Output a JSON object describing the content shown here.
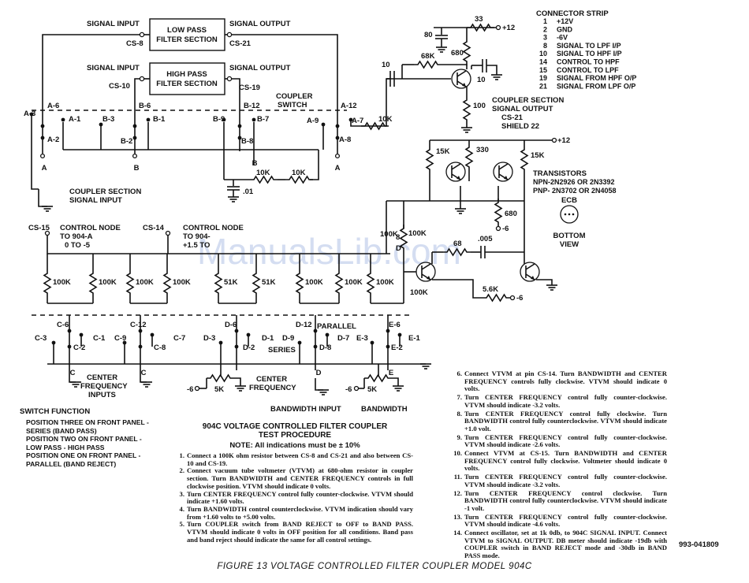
{
  "diagram": {
    "watermark": "ManualsLib.com",
    "filters": {
      "lpf": {
        "line1": "LOW PASS",
        "line2": "FILTER SECTION",
        "in_label": "SIGNAL INPUT",
        "out_label": "SIGNAL OUTPUT",
        "in_pin": "CS-8",
        "out_pin": "CS-21"
      },
      "hpf": {
        "line1": "HIGH PASS",
        "line2": "FILTER SECTION",
        "in_label": "SIGNAL INPUT",
        "out_label": "SIGNAL OUTPUT",
        "in_pin": "CS-10",
        "out_pin": "CS-19"
      }
    },
    "coupler": {
      "switch_label_1": "COUPLER",
      "switch_label_2": "SWITCH",
      "contacts": [
        "A-3",
        "A-6",
        "A-1",
        "A-2",
        "B-6",
        "B-3",
        "B-2",
        "B-1",
        "B-12",
        "B-9",
        "B-7",
        "B-8",
        "A-12",
        "A-9",
        "A-7",
        "A-8"
      ],
      "pole_a": "A",
      "pole_b": "B",
      "input_1": "COUPLER SECTION",
      "input_2": "SIGNAL INPUT",
      "output_1": "COUPLER SECTION",
      "output_2": "SIGNAL OUTPUT",
      "output_pin": "CS-21",
      "shield": "SHIELD 22",
      "parts": [
        "10",
        "68K",
        "680",
        "80",
        "33",
        "+12",
        "10",
        "100",
        "10K",
        "10K",
        "10K",
        ".01"
      ]
    },
    "connector": {
      "title": "CONNECTOR STRIP",
      "pins": [
        {
          "num": "1",
          "label": "+12V"
        },
        {
          "num": "2",
          "label": "GND"
        },
        {
          "num": "3",
          "label": "-6V"
        },
        {
          "num": "8",
          "label": "SIGNAL TO LPF I/P"
        },
        {
          "num": "10",
          "label": "SIGNAL TO HPF I/P"
        },
        {
          "num": "14",
          "label": "CONTROL TO HPF"
        },
        {
          "num": "15",
          "label": "CONTROL TO LPF"
        },
        {
          "num": "19",
          "label": "SIGNAL FROM HPF O/P"
        },
        {
          "num": "21",
          "label": "SIGNAL FROM LPF O/P"
        }
      ]
    },
    "transistors": {
      "title": "TRANSISTORS",
      "npn": "NPN-2N2926 OR 2N3392",
      "pnp": "PNP- 2N3702 OR 2N4058",
      "pinout": "ECB",
      "view_1": "BOTTOM",
      "view_2": "VIEW",
      "parts": [
        "15K",
        "330",
        "15K",
        "+12",
        "680",
        "-6",
        "100K",
        "8",
        "D",
        "100K",
        "68",
        ".005",
        "100K",
        "5.6K",
        "-6"
      ]
    },
    "control": {
      "cs15": "CS-15",
      "cs14": "CS-14",
      "node_a_1": "CONTROL NODE",
      "node_a_2": "TO 904-A",
      "node_a_3": "0 TO -5",
      "node_b_1": "CONTROL NODE",
      "node_b_2": "TO 904-",
      "node_b_3": "+1.5 TO",
      "resistors": [
        "100K",
        "100K",
        "100K",
        "100K",
        "51K",
        "51K",
        "100K",
        "100K",
        "100K"
      ],
      "contacts": [
        "C-6",
        "C-3",
        "C-2",
        "C-1",
        "C-12",
        "C-9",
        "C-8",
        "C-7",
        "D-6",
        "D-3",
        "D-2",
        "D-1",
        "D-12",
        "D-9",
        "D-8",
        "D-7",
        "E-6",
        "E-3",
        "E-2",
        "E-1"
      ],
      "poles": [
        "C",
        "C",
        "D",
        "E"
      ],
      "parallel": "PARALLEL",
      "series": "SERIES",
      "cf_inputs_1": "CENTER",
      "cf_inputs_2": "FREQUENCY",
      "cf_inputs_3": "INPUTS",
      "cf_1": "CENTER",
      "cf_2": "FREQUENCY",
      "bw_input": "BANDWIDTH INPUT",
      "bw": "BANDWIDTH",
      "pots": [
        "-6",
        "5K",
        "-6",
        "5K"
      ]
    }
  },
  "switch_function": {
    "title": "SWITCH FUNCTION",
    "items": [
      "POSITION THREE ON FRONT PANEL -",
      "SERIES (BAND PASS)",
      "POSITION TWO ON FRONT PANEL -",
      "LOW PASS - HIGH PASS",
      "POSITION ONE ON FRONT PANEL -",
      "PARALLEL (BAND REJECT)"
    ]
  },
  "procedure": {
    "title_1": "904C VOLTAGE CONTROLLED FILTER COUPLER",
    "title_2": "TEST PROCEDURE",
    "note_label": "NOTE:",
    "note_text": "All indications must be ± 10%",
    "steps_left": [
      {
        "num": "1.",
        "text": "Connect a 100K ohm resistor between CS-8 and CS-21 and also between CS-10 and CS-19."
      },
      {
        "num": "2.",
        "text": "Connect vacuum tube voltmeter (VTVM) at 680-ohm resistor in coupler section. Turn BANDWIDTH and CENTER FREQUENCY controls in full clockwise position. VTVM should indicate 0 volts."
      },
      {
        "num": "3.",
        "text": "Turn CENTER FREQUENCY control fully counter-clockwise. VTVM should indicate +1.60 volts."
      },
      {
        "num": "4.",
        "text": "Turn BANDWIDTH control counterclockwise. VTVM indication should vary from +1.60 volts to +5.00 volts."
      },
      {
        "num": "5.",
        "text": "Turn COUPLER switch from BAND REJECT to OFF to BAND PASS. VTVM should indicate 0 volts in OFF position for all conditions. Band pass and band reject should indicate the same for all control settings."
      }
    ],
    "steps_right": [
      {
        "num": "6.",
        "text": "Connect VTVM at pin CS-14. Turn BANDWIDTH and CENTER FREQUENCY controls fully clockwise. VTVM should indicate 0 volts."
      },
      {
        "num": "7.",
        "text": "Turn CENTER FREQUENCY control fully counter-clockwise. VTVM should indicate -3.2 volts."
      },
      {
        "num": "8.",
        "text": "Turn CENTER FREQUENCY control fully clockwise. Turn BANDWIDTH control fully counterclockwise. VTVM should indicate +1.0 volt."
      },
      {
        "num": "9.",
        "text": "Turn CENTER FREQUENCY control fully counter-clockwise. VTVM should indicate -2.6 volts."
      },
      {
        "num": "10.",
        "text": "Connect VTVM at CS-15. Turn BANDWIDTH and CENTER FREQUENCY control fully clockwise. Voltmeter should indicate 0 volts."
      },
      {
        "num": "11.",
        "text": "Turn CENTER FREQUENCY control fully counter-clockwise. VTVM should indicate -3.2 volts."
      },
      {
        "num": "12.",
        "text": "Turn CENTER FREQUENCY control clockwise. Turn BANDWIDTH control fully counterclockwise. VTVM should indicate -1 volt."
      },
      {
        "num": "13.",
        "text": "Turn CENTER FREQUENCY control fully counter-clockwise. VTVM should indicate -4.6 volts."
      },
      {
        "num": "14.",
        "text": "Connect oscillator, set at 1k 0db, to 904C SIGNAL INPUT. Connect VTVM to SIGNAL OUTPUT. DB meter should indicate -19db with COUPLER switch in BAND REJECT mode and -30db in BAND PASS mode."
      }
    ]
  },
  "figure_number": "993-041809",
  "caption": "FIGURE 13 VOLTAGE CONTROLLED FILTER COUPLER MODEL 904C"
}
